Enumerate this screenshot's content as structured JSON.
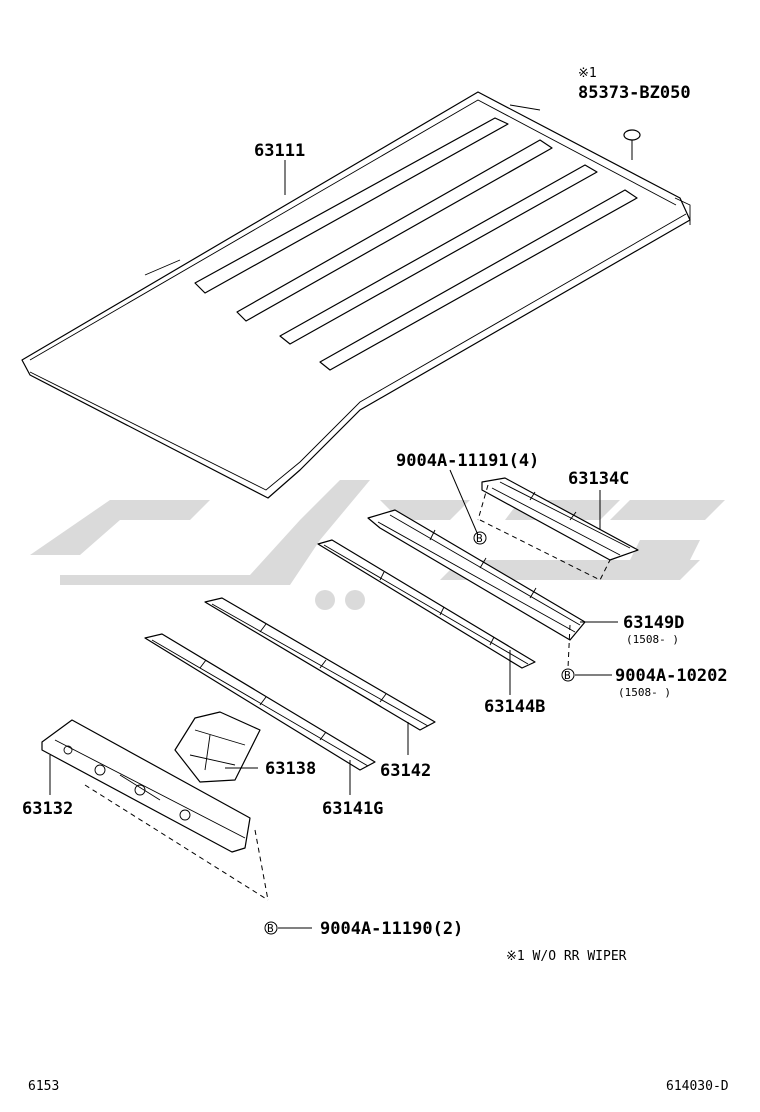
{
  "parts": {
    "roof_panel": "63111",
    "plug_note_mark": "※1",
    "plug": "85373-BZ050",
    "bolt_4": "9004A-11191(4)",
    "rear_header": "63134C",
    "rear_reinforcement": "63149D",
    "rear_reinforcement_range": "(1508-    )",
    "bolt_rear": "9004A-10202",
    "bolt_rear_range": "(1508-    )",
    "bow_rear": "63144B",
    "bow_middle": "63142",
    "bow_front": "63141G",
    "bracket": "63138",
    "front_header": "63132",
    "bolt_2": "9004A-11190(2)"
  },
  "bolt_marker": "B",
  "footnote": "※1 W/O RR WIPER",
  "footer": {
    "left_code": "6153",
    "right_code": "614030-D"
  }
}
